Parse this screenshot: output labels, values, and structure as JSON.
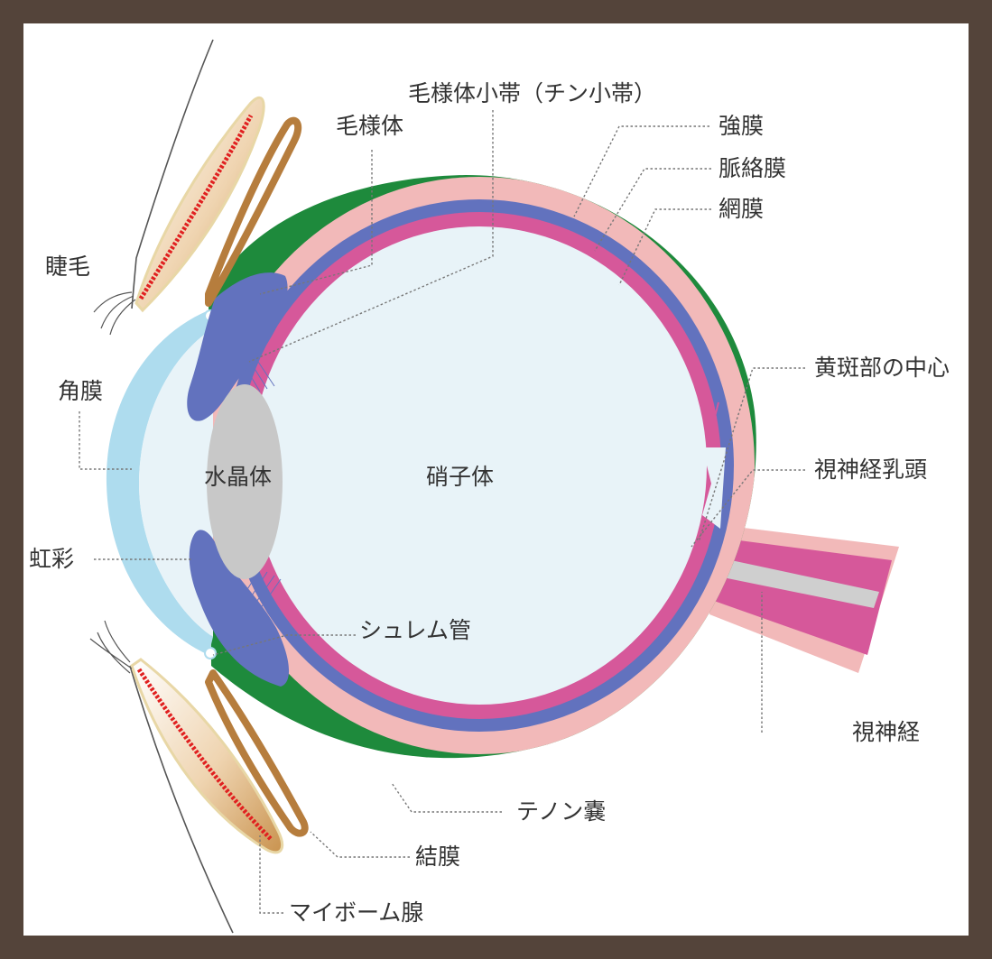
{
  "labels": {
    "zonule": "毛様体小帯（チン小帯）",
    "ciliary_body": "毛様体",
    "sclera": "強膜",
    "choroid": "脈絡膜",
    "retina": "網膜",
    "eyelash": "睫毛",
    "macula_center": "黄斑部の中心",
    "cornea": "角膜",
    "lens": "水晶体",
    "vitreous": "硝子体",
    "optic_disc": "視神経乳頭",
    "iris": "虹彩",
    "schlemm_canal": "シュレム管",
    "optic_nerve": "視神経",
    "tenon_capsule": "テノン嚢",
    "conjunctiva": "結膜",
    "meibomian_gland": "マイボーム腺"
  },
  "colors": {
    "background_frame": "#54443a",
    "tenon_capsule": "#1e8a3c",
    "sclera": "#f2b9b9",
    "choroid": "#6272be",
    "retina": "#d6589a",
    "vitreous": "#e8f3f8",
    "cornea": "#aedcee",
    "lens": "#c8c8c8",
    "conjunctiva": "#b67d3d",
    "eyelid_skin": "#eac9a0",
    "meibomian_gland": "#e02020",
    "optic_nerve_core": "#cfcfcf"
  }
}
